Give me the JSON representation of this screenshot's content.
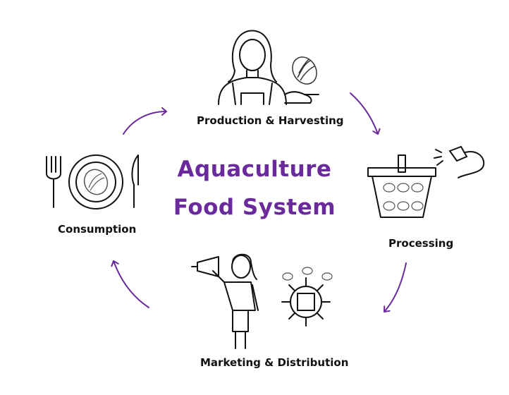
{
  "title_line1": "Aquaculture",
  "title_line2": "Food System",
  "stages": {
    "production": "Production & Harvesting",
    "processing": "Processing",
    "marketing": "Marketing & Distribution",
    "consumption": "Consumption"
  },
  "colors": {
    "accent": "#6a2a9c",
    "ink": "#111111",
    "oyster": "#7a7a7a"
  },
  "icons": {
    "production": [
      "farmer-icon",
      "oyster-icon",
      "open-hand-icon"
    ],
    "processing": [
      "basket-icon",
      "spray-nozzle-icon"
    ],
    "marketing": [
      "megaphone-woman-icon",
      "distribution-box-icon"
    ],
    "consumption": [
      "fork-icon",
      "plate-icon",
      "knife-icon"
    ]
  }
}
